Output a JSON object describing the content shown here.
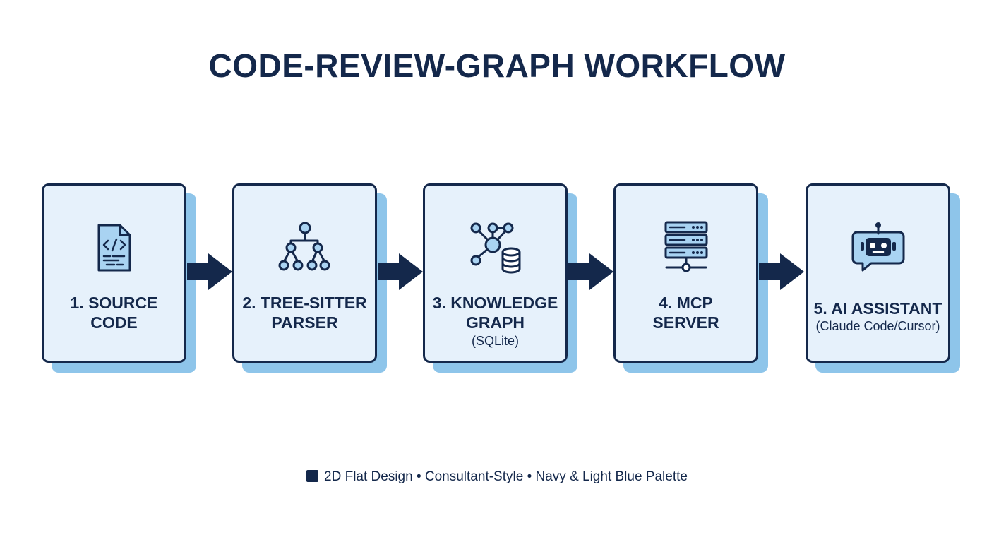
{
  "title": "CODE-REVIEW-GRAPH WORKFLOW",
  "steps": [
    {
      "line1": "1. SOURCE",
      "line2": "CODE",
      "sub": "",
      "icon": "code-file-icon"
    },
    {
      "line1": "2. TREE-SITTER",
      "line2": "PARSER",
      "sub": "",
      "icon": "tree-hierarchy-icon"
    },
    {
      "line1": "3. KNOWLEDGE",
      "line2": "GRAPH",
      "sub": "(SQLite)",
      "icon": "graph-database-icon"
    },
    {
      "line1": "4. MCP",
      "line2": "SERVER",
      "sub": "",
      "icon": "server-rack-icon"
    },
    {
      "line1": "5. AI ASSISTANT",
      "line2": "",
      "sub": "(Claude Code/Cursor)",
      "icon": "robot-chat-icon"
    }
  ],
  "footer": "2D Flat Design • Consultant-Style • Navy & Light Blue Palette",
  "colors": {
    "navy": "#14284b",
    "card_fill": "#e6f1fb",
    "shadow": "#8ec5ea",
    "icon_fill": "#a9d3f2"
  }
}
